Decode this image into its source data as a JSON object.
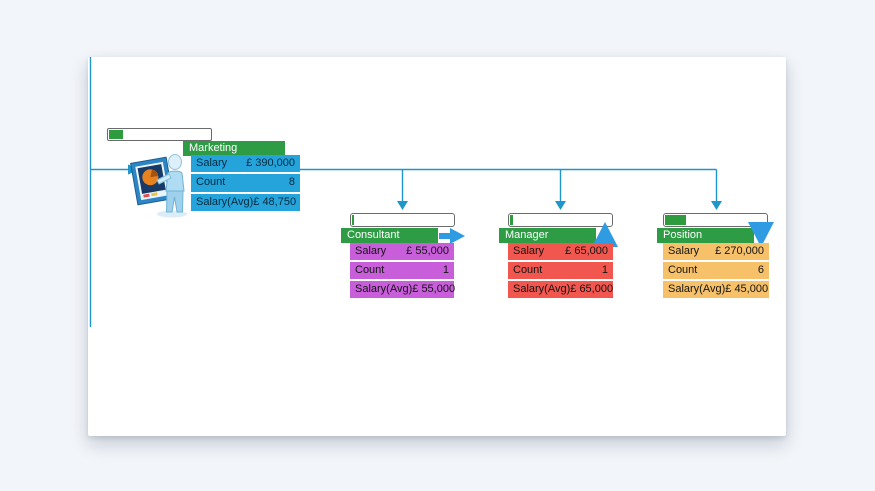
{
  "page": {
    "background_color": "#F2F5F9",
    "canvas_color": "#FFFFFF"
  },
  "colors": {
    "connector_blue": "#1E95CB",
    "header_green": "#2E9C44",
    "progress_green": "#2E9C3E",
    "trend_arrow_blue": "#2F9BE3",
    "marketing_blue": "#25A4DB",
    "consultant_purple": "#C95EDB",
    "manager_red": "#F2574F",
    "position_orange": "#F6C169"
  },
  "icons": {
    "person": "person-with-framed-chart-icon",
    "trend_flat": "right-arrow-icon",
    "trend_up": "up-triangle-icon",
    "trend_down": "down-triangle-icon"
  },
  "nodes": [
    {
      "id": "marketing",
      "title": "Marketing",
      "table_color": "#25A4DB",
      "progress_percent": 14,
      "trend": null,
      "rows": [
        {
          "label": "Salary",
          "value": "£ 390,000"
        },
        {
          "label": "Count",
          "value": "8"
        },
        {
          "label": "Salary(Avg)",
          "value": "£ 48,750"
        }
      ]
    },
    {
      "id": "consultant",
      "title": "Consultant",
      "table_color": "#C95EDB",
      "progress_percent": 2,
      "trend": "flat",
      "rows": [
        {
          "label": "Salary",
          "value": "£ 55,000"
        },
        {
          "label": "Count",
          "value": "1"
        },
        {
          "label": "Salary(Avg)",
          "value": "£ 55,000"
        }
      ]
    },
    {
      "id": "manager",
      "title": "Manager",
      "table_color": "#F2574F",
      "progress_percent": 3,
      "trend": "up",
      "rows": [
        {
          "label": "Salary",
          "value": "£ 65,000"
        },
        {
          "label": "Count",
          "value": "1"
        },
        {
          "label": "Salary(Avg)",
          "value": "£ 65,000"
        }
      ]
    },
    {
      "id": "position",
      "title": "Position",
      "table_color": "#F6C169",
      "progress_percent": 20,
      "trend": "down",
      "rows": [
        {
          "label": "Salary",
          "value": "£ 270,000"
        },
        {
          "label": "Count",
          "value": "6"
        },
        {
          "label": "Salary(Avg)",
          "value": "£ 45,000"
        }
      ]
    }
  ]
}
